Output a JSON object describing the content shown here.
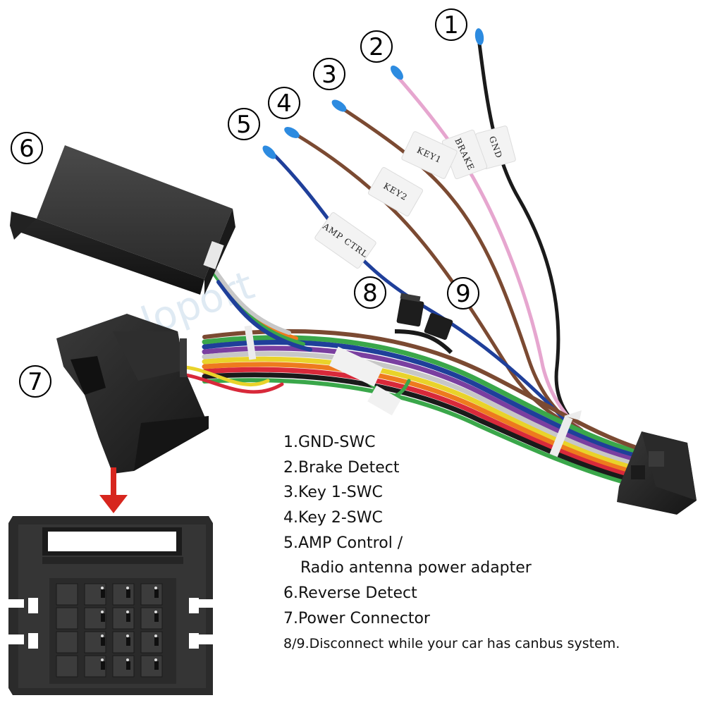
{
  "callouts": [
    "1",
    "2",
    "3",
    "4",
    "5",
    "6",
    "7",
    "8",
    "9"
  ],
  "wire_tags": {
    "gnd": "GND",
    "brake": "BRAKE",
    "key1": "KEY1",
    "key2": "KEY2",
    "amp_ctrl": "AMP CTRL"
  },
  "watermark": "Veloport",
  "legend": [
    "1.GND-SWC",
    "2.Brake Detect",
    "3.Key 1-SWC",
    "4.Key 2-SWC",
    "5.AMP Control /",
    "Radio antenna power adapter",
    "6.Reverse Detect",
    "7.Power Connector",
    "8/9.Disconnect while your car has canbus system."
  ],
  "colors": {
    "wire_black": "#1a1a1a",
    "wire_pink": "#e6a6cf",
    "wire_brown": "#7b4a32",
    "wire_blue": "#1f3f9a",
    "tip_blue": "#2d8be0",
    "arrow_red": "#d7261e",
    "connector": "#2a2a2a"
  }
}
